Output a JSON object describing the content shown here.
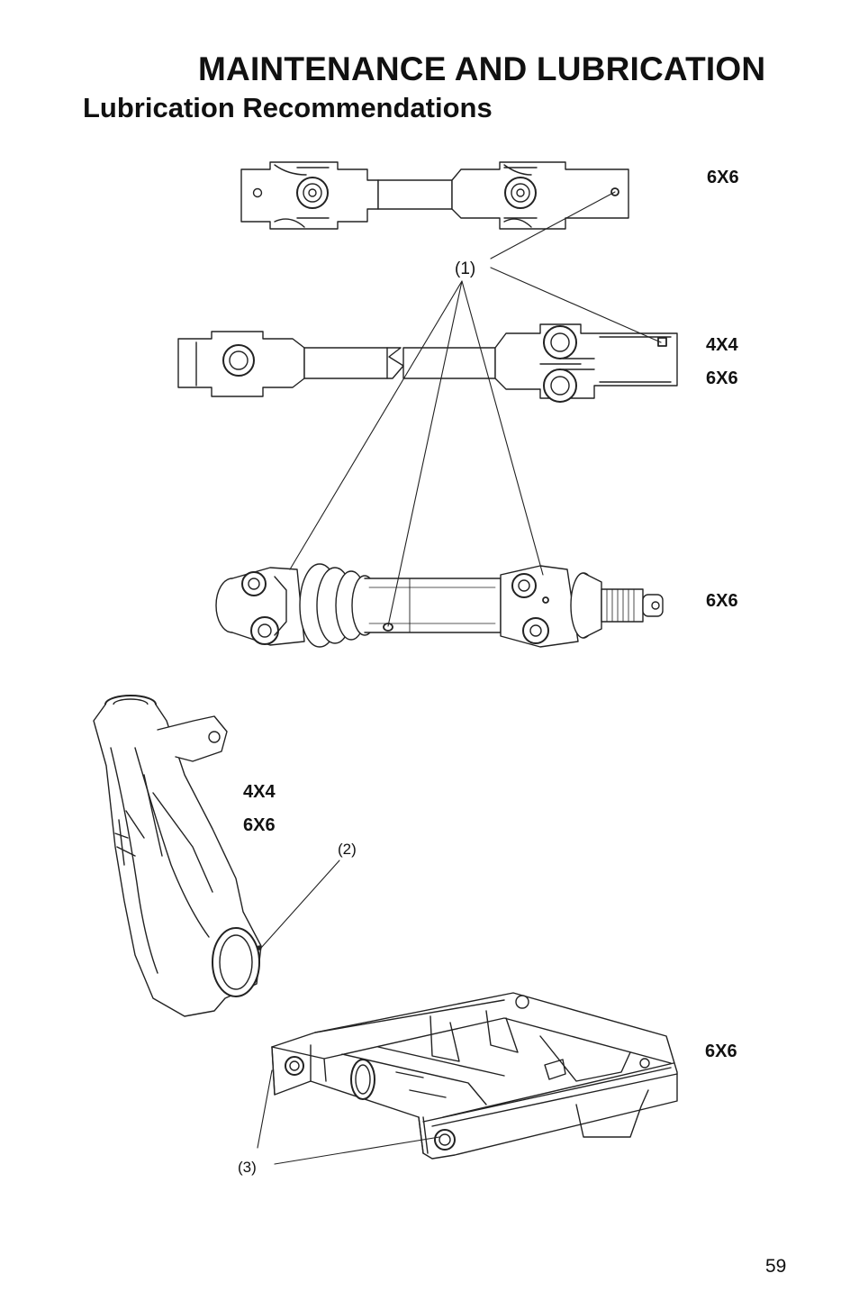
{
  "header": {
    "title": "MAINTENANCE AND LUBRICATION",
    "subtitle": "Lubrication Recommendations"
  },
  "labels": {
    "shaft1_model": "6X6",
    "shaft2_model_a": "4X4",
    "shaft2_model_b": "6X6",
    "shaft3_model": "6X6",
    "knuckle_model_a": "4X4",
    "knuckle_model_b": "6X6",
    "frame_model": "6X6"
  },
  "callouts": {
    "c1": "(1)",
    "c2": "(2)",
    "c3": "(3)"
  },
  "footer": {
    "page_number": "59"
  }
}
